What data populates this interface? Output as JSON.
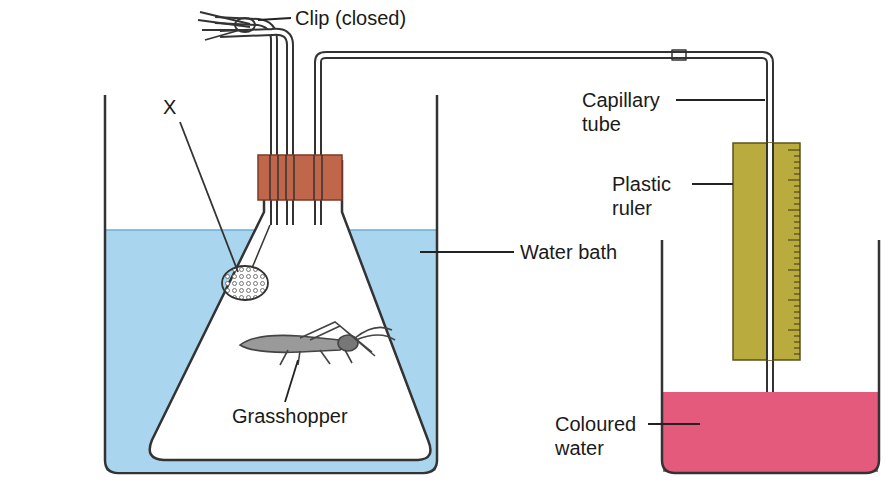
{
  "diagram": {
    "labels": [
      "Clip (closed)",
      "X",
      "Capillary tube",
      "Plastic ruler",
      "Water bath",
      "Grasshopper",
      "Coloured water"
    ]
  }
}
